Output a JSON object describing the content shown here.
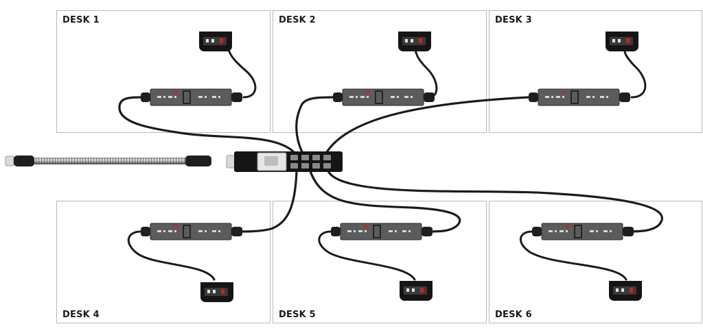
{
  "desks": [
    {
      "id": "d1",
      "label": "DESK 1"
    },
    {
      "id": "d2",
      "label": "DESK 2"
    },
    {
      "id": "d3",
      "label": "DESK 3"
    },
    {
      "id": "d4",
      "label": "DESK 4"
    },
    {
      "id": "d5",
      "label": "DESK 5"
    },
    {
      "id": "d6",
      "label": "DESK 6"
    }
  ],
  "colors": {
    "cable": "#1b1b1b",
    "unit_body": "#5c5c5c",
    "hub_body": "#151515",
    "socket_red": "#d21f1f",
    "desk_border": "#b9b9b9"
  },
  "icons": [
    "power-module",
    "desk-socket",
    "distribution-hub",
    "lead-in-cable"
  ]
}
